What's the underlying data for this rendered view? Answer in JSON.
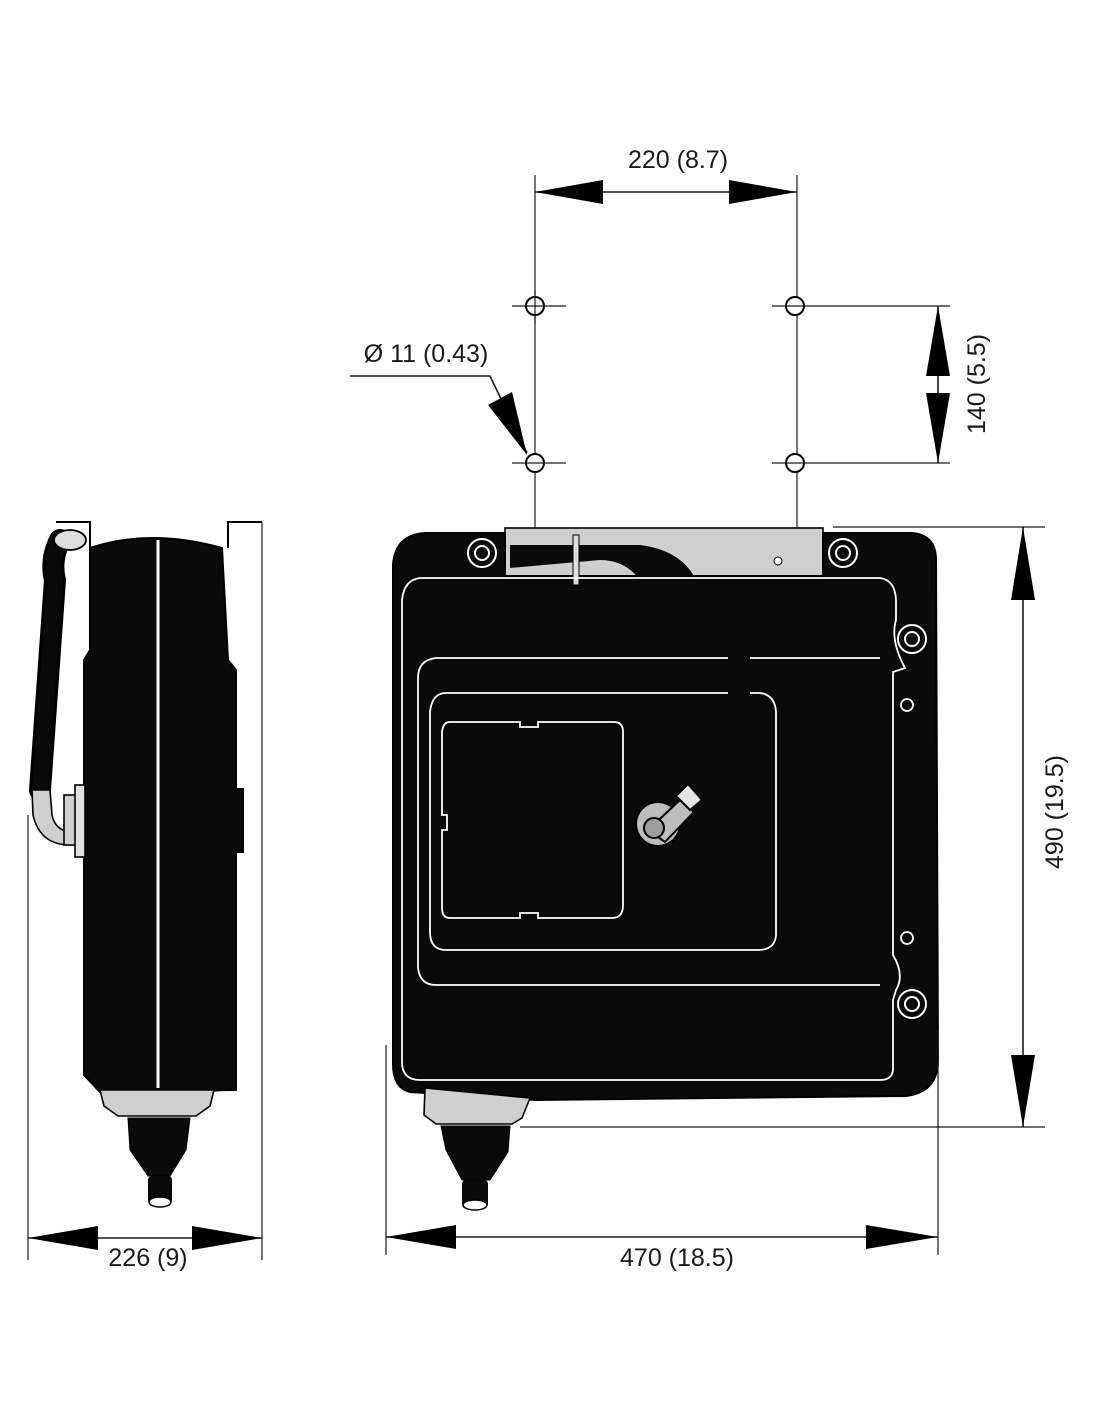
{
  "dimensions": {
    "hole_spacing_horizontal": "220 (8.7)",
    "hole_spacing_vertical": "140 (5.5)",
    "hole_diameter": "Ø 11 (0.43)",
    "height": "490 (19.5)",
    "width": "470 (18.5)",
    "depth": "226 (9)"
  },
  "colors": {
    "body": "#0a0a0a",
    "bracket": "#cfcfcf",
    "line": "#1a1a1a"
  }
}
